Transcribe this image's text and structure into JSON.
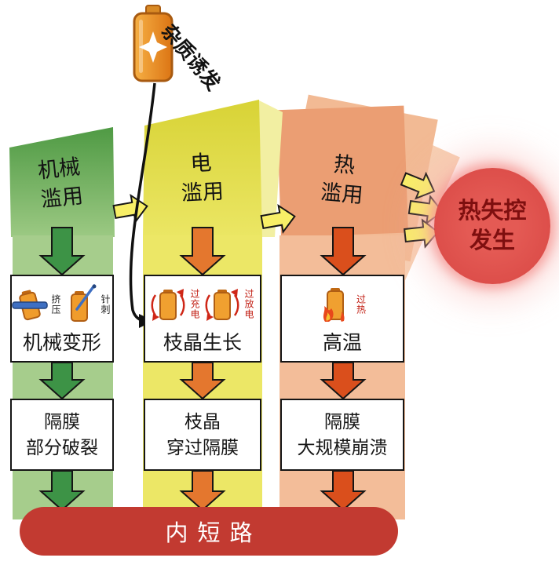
{
  "impurity_label": "杂质诱发",
  "columns": [
    {
      "header": [
        "机械",
        "滥用"
      ],
      "box1": {
        "icon_labels": [
          "挤压",
          "针刺"
        ],
        "title": "机械变形"
      },
      "box2": [
        "隔膜",
        "部分破裂"
      ]
    },
    {
      "header": [
        "电",
        "滥用"
      ],
      "box1": {
        "icon_labels": [
          "过充电",
          "过放电"
        ],
        "title": "枝晶生长"
      },
      "box2": [
        "枝晶",
        "穿过隔膜"
      ]
    },
    {
      "header": [
        "热",
        "滥用"
      ],
      "box1": {
        "icon_labels": [
          "过热"
        ],
        "title": "高温"
      },
      "box2": [
        "隔膜",
        "大规模崩溃"
      ]
    }
  ],
  "outcome": {
    "lines": [
      "热失控",
      "发生"
    ]
  },
  "bottom_bar_label": "内短路",
  "colors": {
    "green_band": "#a6cd8c",
    "green_arrow": "#3d9346",
    "yellow_band": "#ece766",
    "yellow_arrow_fill": "#f8ef67",
    "orange_band": "#f3bd99",
    "orange_arrow": "#e4772e",
    "red_arrow": "#da4f1c",
    "bar_red": "#c23a31",
    "circle_red": "#e0504c"
  }
}
